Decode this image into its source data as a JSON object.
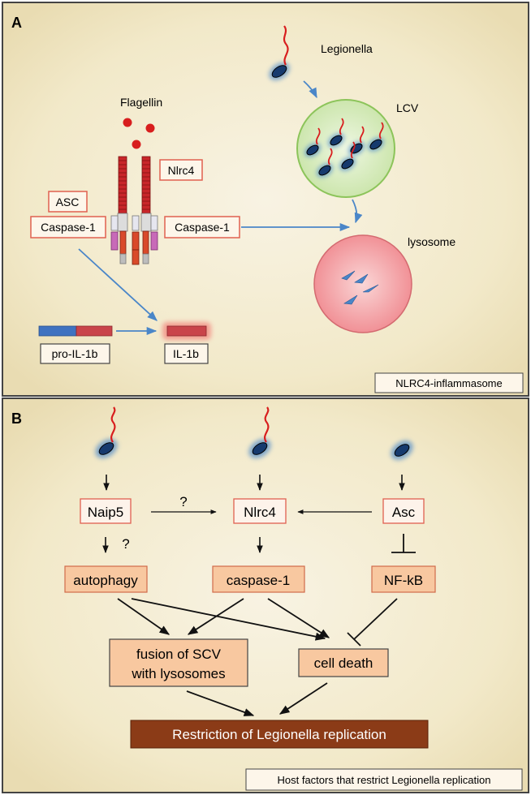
{
  "panelA": {
    "letter": "A",
    "flagellin": "Flagellin",
    "nlrc4": "Nlrc4",
    "asc": "ASC",
    "caspase_left": "Caspase-1",
    "caspase_mid": "Caspase-1",
    "pro_il1b": "pro-IL-1b",
    "il1b": "IL-1b",
    "legionella": "Legionella",
    "lcv": "LCV",
    "lysosome": "lysosome",
    "caption": "NLRC4-inflammasome"
  },
  "panelB": {
    "letter": "B",
    "naip5": "Naip5",
    "nlrc4": "Nlrc4",
    "asc": "Asc",
    "question_top": "?",
    "question_side": "?",
    "autophagy": "autophagy",
    "caspase1": "caspase-1",
    "nfkb": "NF-kB",
    "fusion_line1": "fusion of SCV",
    "fusion_line2": "with lysosomes",
    "cell_death": "cell death",
    "restriction": "Restriction of Legionella replication",
    "caption": "Host factors that restrict Legionella replication"
  },
  "colors": {
    "panel_bg": "#f4ecd0",
    "box_red_border": "#e06050",
    "box_fill_pink": "#fbe6dc",
    "box_fill_orange": "#f8c8a0",
    "restriction_fill": "#8b3b17",
    "arrow_blue": "#4a86c8",
    "lcv_fill": "#d9ecc0",
    "lcv_stroke": "#8cc45a",
    "lysosome_fill": "#f6a5a8",
    "flagellin_dot": "#d81e1e"
  }
}
